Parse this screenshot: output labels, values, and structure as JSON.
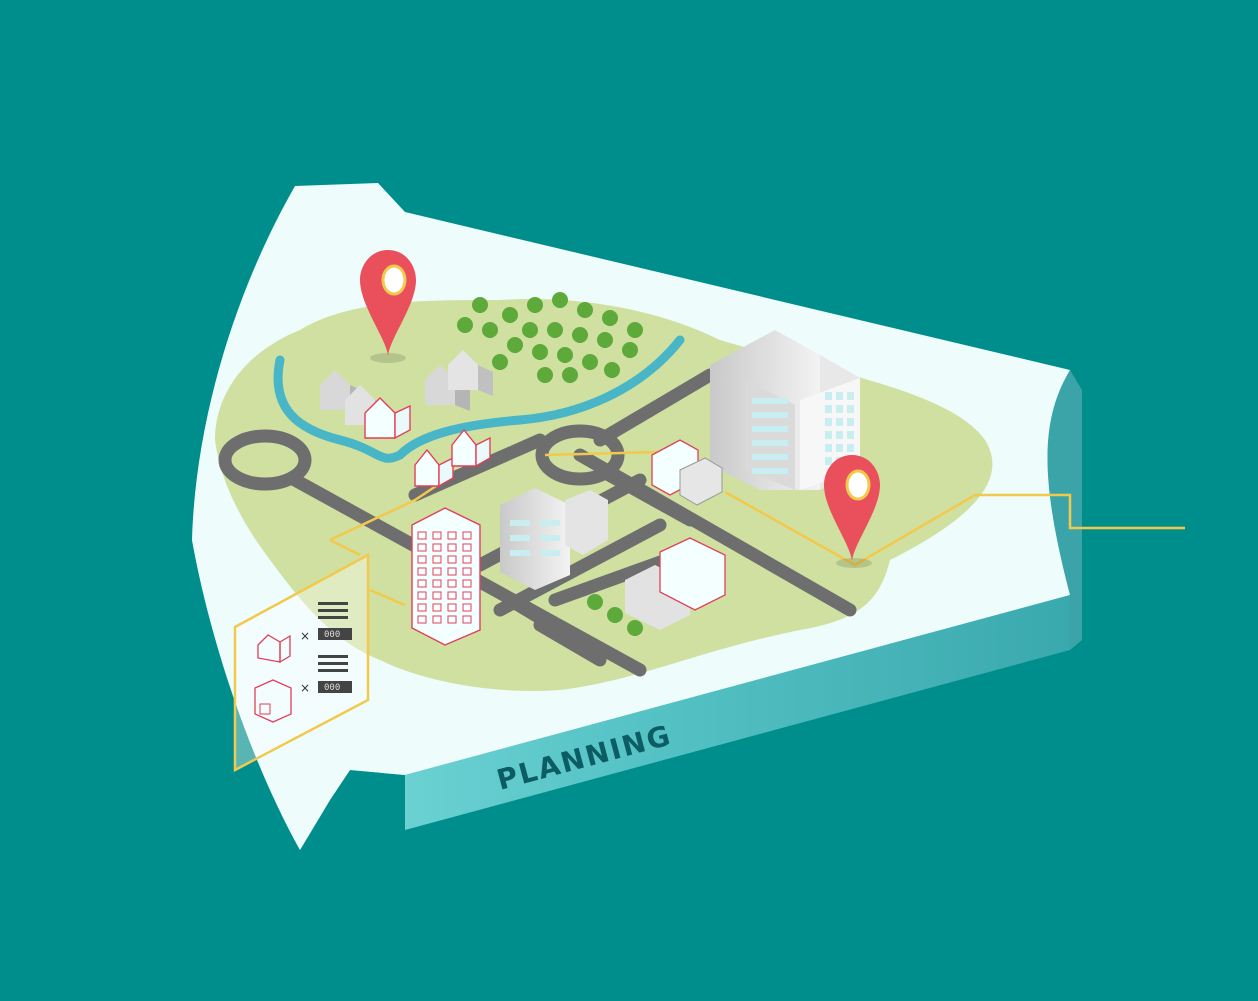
{
  "illustration": {
    "label": "PLANNING",
    "colors": {
      "background": "#008e8c",
      "platform_top": "#eefcfc",
      "platform_side": "#5ccbcc",
      "land": "#cfe0a0",
      "road": "#6e6e6e",
      "river": "#48b6c6",
      "tree": "#5daa3b",
      "pin": "#e9505b",
      "accent_line": "#f2c94c",
      "building_outline": "#e0405a"
    },
    "icons": [
      "map-pin-icon",
      "map-pin-icon",
      "house-icon",
      "tree-icon",
      "office-building-icon"
    ],
    "legend_panel": {
      "rows": [
        {
          "icon": "house-icon",
          "sign": "×",
          "value": "000"
        },
        {
          "icon": "building-icon",
          "sign": "×",
          "value": "000"
        }
      ]
    }
  }
}
